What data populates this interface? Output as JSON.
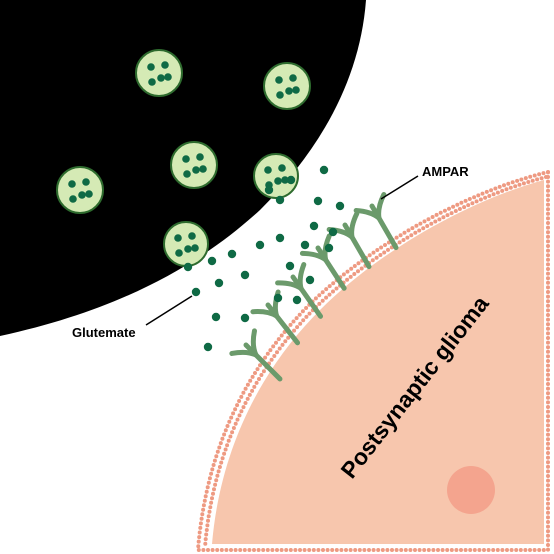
{
  "labels": {
    "receptor": "AMPAR",
    "neurotransmitter": "Glutemate",
    "cell": "Postsynaptic glioma"
  },
  "colors": {
    "presynaptic": "#000000",
    "vesicle_fill": "#d5eab5",
    "vesicle_stroke": "#2e6b2e",
    "glutamate": "#0f6a45",
    "receptor": "#6b9a6b",
    "cell_fill": "#f7c6ad",
    "membrane_dots": "#ee9a82",
    "nucleus": "#f4a48e"
  }
}
